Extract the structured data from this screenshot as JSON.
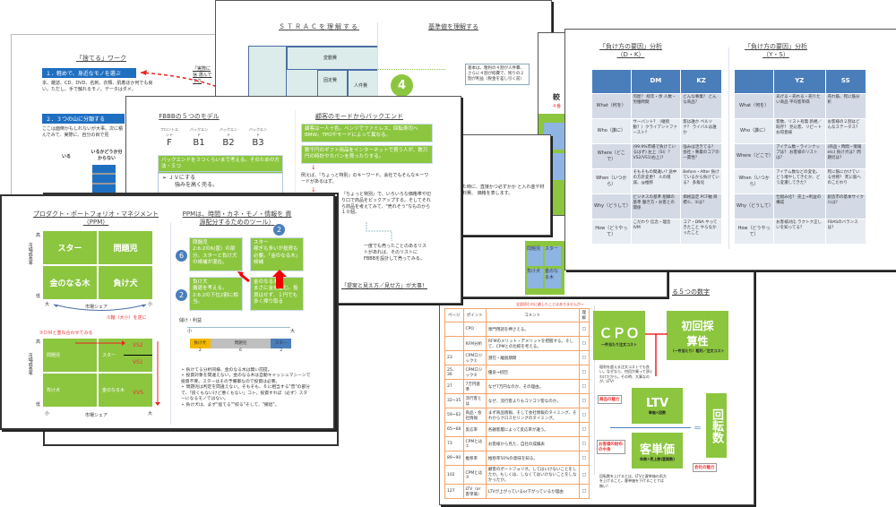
{
  "sute": {
    "title": "「捨てる」ワーク",
    "step1": "１．軽めで、身近なモノを選ぶ",
    "step1_text": "本、雑誌、CD、DVD、名刺、衣類、肌着ほか何でも良い。ただし、手で触れるモノ。データはダメ。",
    "step2": "２．３つの山に分類する",
    "step2_text": "ここは面倒かもしれないが大事。次に積んでみて、実際に、自分の目で見",
    "col_iru": "いる",
    "col_unknown": "いるかどうか分からない",
    "note": "「実際に捨 選んで下さ"
  },
  "strac": {
    "title": "ＳＴＲＡＣを理解する",
    "box_hendo": "変動費",
    "box_jinken": "人件費",
    "box_kotei": "固定費",
    "title2": "基準値を理解する",
    "circle": "4",
    "note": "基本は、粗利の４割が人件費、さらに４割が経費で、残りの２割が利益（税金を差し引く前）",
    "side": "較"
  },
  "hidden": {
    "text": "た時に、直接かつ必ずかか と入れ金や材料費、 価格を表します。",
    "red": "４番",
    "cells": [
      "問題児",
      "スター",
      "負け犬",
      "金のなる木"
    ]
  },
  "make": {
    "title_left": "「負け方の要因」分析",
    "sub_left": "（D・K）",
    "title_right": "「負け方の要因」分析",
    "sub_right": "（Y・S）",
    "left_headers": [
      "",
      "DM",
      "KZ"
    ],
    "right_headers": [
      "",
      "YZ",
      "SS"
    ],
    "rows": [
      {
        "label": "What（何を）",
        "dm": "何屋？ 経年・歩 人数・労働時間",
        "kz": "どんな事業？ どんな商品？",
        "yz": "あげる・売れる・売りたい商品 平均客単価",
        "ss": "売れ筋、死に筋分析"
      },
      {
        "label": "Who（誰に）",
        "dm": "サーバント？（継続動？）クライアントファースト？",
        "kz": "客は誰か ペルソナ？ ライバルは誰か",
        "yz": "客数、リスト有無 新規／既存？ 見込客、リピート お得意様",
        "ss": "お客様の２割はどんなステータス？"
      },
      {
        "label": "Where（どこで）",
        "dm": "(99.9%市場で負けているはず) 左上（SI）？ VS2/VS1(右上)?",
        "kz": "強みは活きてる？ 会社・事業のコアの一貫性？",
        "yz": "アイテム数・ラインナップは？ お客様のリストは？",
        "ss": "(商品・時間・情報etc) 負け犬は？問題児は？"
      },
      {
        "label": "When（いつから）",
        "dm": "そもそもの間違い? 途中の方針変更？ 人の增減、@推移",
        "kz": "Before・After 負けているから負けている？ 多角化",
        "yz": "アイテム数などの変化、どう増やしてきたか、どう変遷してきた？",
        "ss": "死に筋にかけている労務？ 死に筋へのこだわり"
      },
      {
        "label": "Why（どうして）",
        "dm": "ビジネスの基準 組織の基準 働き方・お客との関係",
        "kz": "価格設定 PCF軸 目標①、②は？",
        "yz": "仕組み化？ 売上→利益の構成",
        "ss": "創造市の基本サイクルは？"
      },
      {
        "label": "How（どうやって）",
        "dm": "こだわり 信念・理念 IVM",
        "kz": "コア・DNA やってきたこと やらなかったこと",
        "yz": "お客様対応 ラクトク正しいを知ってる？",
        "ss": "FBASのバランスは？"
      }
    ]
  },
  "fbbb": {
    "title": "FBBBの５つのモデル",
    "models": [
      {
        "sub": "フロントエンド",
        "code": "F"
      },
      {
        "sub": "バックエンド",
        "code": "B1"
      },
      {
        "sub": "バックエンド",
        "code": "B2"
      },
      {
        "sub": "バックエンド",
        "code": "B3"
      }
    ],
    "green": "バックエンドを３つくらいまで考える。そのための方法・５つ",
    "jv": "➢ ＪＶにする",
    "jv_sub": "強みを高く売る。",
    "title2": "顧客のモードからバックエンド",
    "box1": "顧客は一人十色。ベンツでファミレス、回転寿司へBMW。TPOやモードによって異なる。",
    "box2": "数千円のギフト用品をインターネットで買う人が、数万円の時計やカバンを買ったりする。",
    "p1": "例えば、『ちょっと特別』のキーワード。会社でもそんなキーワードがあるはず。",
    "p2": "『ちょっと特別』で、いろいろな価格帯や切り口で商品をピックアップする。そしてそれら商品を考えてみて、\"売れそう\"なものから１０個。",
    "p3": "一度でも売ったことのあるリストがあれば、そのリストにFBBBを設計して売ってみる。",
    "p4": "「提案と見え方／見せ方」が大事！"
  },
  "ppm": {
    "title": "プロダクト・ポートフォリオ・マネジメント（PPM）",
    "cells": [
      "スター",
      "問題児",
      "金のなる木",
      "負け犬"
    ],
    "high": "高",
    "low": "低",
    "yaxis": "市場成長率",
    "xaxis": "市場シェア",
    "big": "大",
    "small": "小",
    "note1": "①軸（大小）を逆に",
    "note2": "②ＤＭと重ね合わせてみる",
    "cells2": [
      "問題児",
      "スター",
      "負け犬",
      "金のなる木"
    ],
    "vs2": "VS2",
    "vs1": "VS1",
    "vvs": "VVS",
    "title2": "PPMは、時間・カネ・モノ・情報を 資源配分するためのツール）",
    "boxes": [
      {
        "head": "問題児",
        "body": "2:6:2の6(普）の部分。スターと負け犬の候補が混在。",
        "badge": "6"
      },
      {
        "head": "スター",
        "body": "稼ぎも多いが投資も必要。「金のなる木」候補",
        "badge": "2"
      },
      {
        "head": "負け犬",
        "body": "撤退を考える。2:6:2の下位2割に相当。",
        "badge": "2"
      },
      {
        "head": "金のなる木",
        "body": "まさに金を産む。投資はせず、１円でも多く搾り取る",
        "badge": ""
      }
    ],
    "profit": "儲け・利益",
    "bar": [
      {
        "label": "負け犬",
        "value": 2,
        "color": "#f5b800"
      },
      {
        "label": "問題児",
        "value": 6,
        "color": "#bfbfbf"
      },
      {
        "label": "スター",
        "value": 2,
        "color": "#4a7ebb"
      }
    ],
    "bullets": [
      "負けてる分析同様、金のなる木は無い前提。",
      "投資対象を間違えない。金のなる木は自動キャッシュマシーンで投資不要。スターはその予備軍なので投資は必要。",
      "問題児は判定を間違えない。そもそも、６に相当する\"普\"の部分で、「良くもないけど悪くもない」コト。投資すれば（必ず）スターになるモノではない。",
      "負け犬は、まず\"捨てる\"\"絞る\"そして、\"撤退\"。"
    ]
  },
  "five": {
    "title": "る５つの数字",
    "warn": "全部読むのに越したことはありませんが→",
    "headers": [
      "ページ",
      "ポイント",
      "コメント",
      "理解"
    ],
    "rows": [
      [
        "",
        "CPO",
        "専門用語を押さえる。",
        "□"
      ],
      [
        "",
        "RFM分析",
        "RFMのメリット・デメリットを把握する。そして、CPMとの比較を考える。",
        "□"
      ],
      [
        "23",
        "CPMロジック①",
        "潜在・離脱期間",
        "□"
      ],
      [
        "25、36",
        "CPMロジック②",
        "優良→初回",
        "□"
      ],
      [
        "27",
        "7万円基準",
        "なぜ7万円なのか、その理由。",
        "□"
      ],
      [
        "32~35",
        "流行客とは",
        "なぜ、流行客よりもコツコツ客なのか。",
        "□"
      ],
      [
        "59~62",
        "商品・会社情報",
        "まず商品情報、そして会社情報のタイミング、それからクロスセリングのタイミング。",
        "□"
      ],
      [
        "65~68",
        "反応率",
        "各顧客層によって反応率が違う。",
        "□"
      ],
      [
        "73",
        "CPMとは①",
        "お客様から見た、自社の成績表",
        "□"
      ],
      [
        "89~90",
        "推移率",
        "推移率50%の意味を知る。",
        "□"
      ],
      [
        "102",
        "CPMとは③",
        "顧客のポートフォリオ。してはいけないことをしたか。もしくは、しなくてはいけないことをしなかったか。",
        "□"
      ],
      [
        "127",
        "LTV（or客単価）",
        "LTVが上がっているor下がっているか理由",
        "□"
      ]
    ],
    "cpo": "ＣＰＯ",
    "cpo_sub": "一件当たり注文コスト",
    "shokai": "初回採算性",
    "shokai_sub": "（一件当たり）粗利／注文コスト",
    "note1": "粗利を超える注文コストでも良い。なぜなら、何回か買って頂くわけだから。その時、大事なのが、LTV！",
    "ltv": "LTV",
    "ltv_sub": "単価×回数",
    "kyaku": "客単価",
    "kyaku_sub": "年商÷売上数(客期数)",
    "kaiten": "回転数",
    "eq": "＝",
    "tag1": "商品の魅力",
    "tag2": "お客様の財布の中身",
    "tag3": "会社の魅力",
    "note2": "回転数を上げるとは、LTVと客単価の両方を上げること。客単価を下げることでは無い！"
  }
}
